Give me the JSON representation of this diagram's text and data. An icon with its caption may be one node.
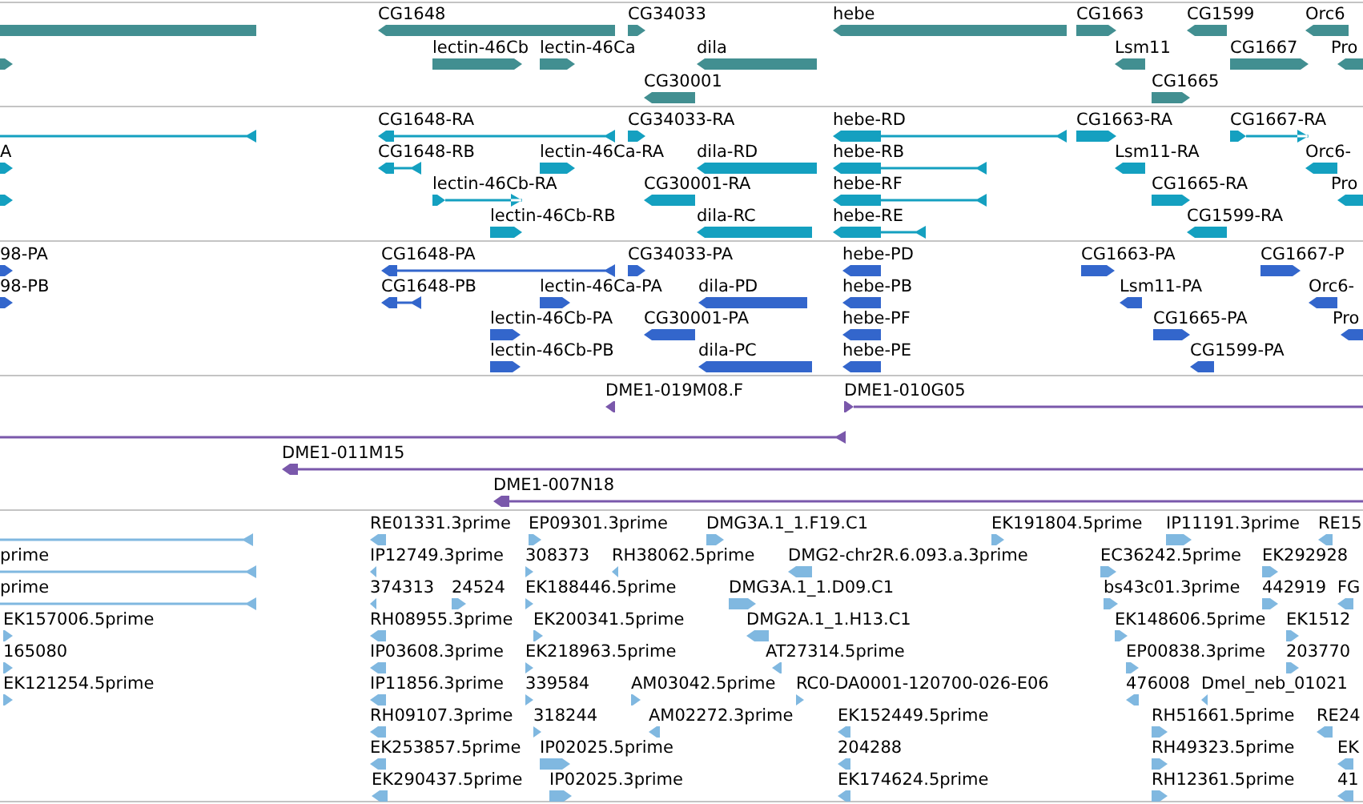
{
  "diagram": {
    "labels": [
      "CG1648",
      "CG34033",
      "hebe",
      "CG1663",
      "CG1599",
      "Orc6",
      "lectin-46Cb",
      "lectin-46Ca",
      "dila",
      "Lsm11",
      "CG1667",
      "Pro",
      "CG30001",
      "CG1665",
      "CG1648-RA",
      "CG34033-RA",
      "hebe-RD",
      "CG1663-RA",
      "CG1667-RA",
      "A",
      "CG1648-RB",
      "lectin-46Ca-RA",
      "dila-RD",
      "hebe-RB",
      "Lsm11-RA",
      "Orc6-",
      "lectin-46Cb-RA",
      "CG30001-RA",
      "hebe-RF",
      "CG1665-RA",
      "Pro",
      "lectin-46Cb-RB",
      "dila-RC",
      "hebe-RE",
      "CG1599-RA",
      "98-PA",
      "CG1648-PA",
      "CG34033-PA",
      "hebe-PD",
      "CG1663-PA",
      "CG1667-P",
      "98-PB",
      "CG1648-PB",
      "lectin-46Ca-PA",
      "dila-PD",
      "hebe-PB",
      "Lsm11-PA",
      "Orc6-",
      "lectin-46Cb-PA",
      "CG30001-PA",
      "hebe-PF",
      "CG1665-PA",
      "Pro",
      "lectin-46Cb-PB",
      "dila-PC",
      "hebe-PE",
      "CG1599-PA",
      "DME1-019M08.F",
      "DME1-010G05",
      "DME1-011M15",
      "DME1-007N18",
      "RE01331.3prime",
      "EP09301.3prime",
      "DMG3A.1_1.F19.C1",
      "EK191804.5prime",
      "IP11191.3prime",
      "RE15",
      "prime",
      "IP12749.3prime",
      "308373",
      "RH38062.5prime",
      "DMG2-chr2R.6.093.a.3prime",
      "EC36242.5prime",
      "EK292928",
      "prime",
      "374313",
      "24524",
      "EK188446.5prime",
      "DMG3A.1_1.D09.C1",
      "bs43c01.3prime",
      "442919",
      "FG",
      "EK157006.5prime",
      "RH08955.3prime",
      "EK200341.5prime",
      "DMG2A.1_1.H13.C1",
      "EK148606.5prime",
      "EK1512",
      "165080",
      "IP03608.3prime",
      "EK218963.5prime",
      "AT27314.5prime",
      "EP00838.3prime",
      "203770",
      "EK121254.5prime",
      "IP11856.3prime",
      "339584",
      "AM03042.5prime",
      "RC0-DA0001-120700-026-E06",
      "476008",
      "Dmel_neb_01021",
      "RH09107.3prime",
      "318244",
      "AM02272.3prime",
      "EK152449.5prime",
      "RH51661.5prime",
      "RE24",
      "EK253857.5prime",
      "IP02025.5prime",
      "204288",
      "RH49323.5prime",
      "EK",
      "EK290437.5prime",
      "IP02025.3prime",
      "EK174624.5prime",
      "RH12361.5prime",
      "41"
    ]
  }
}
